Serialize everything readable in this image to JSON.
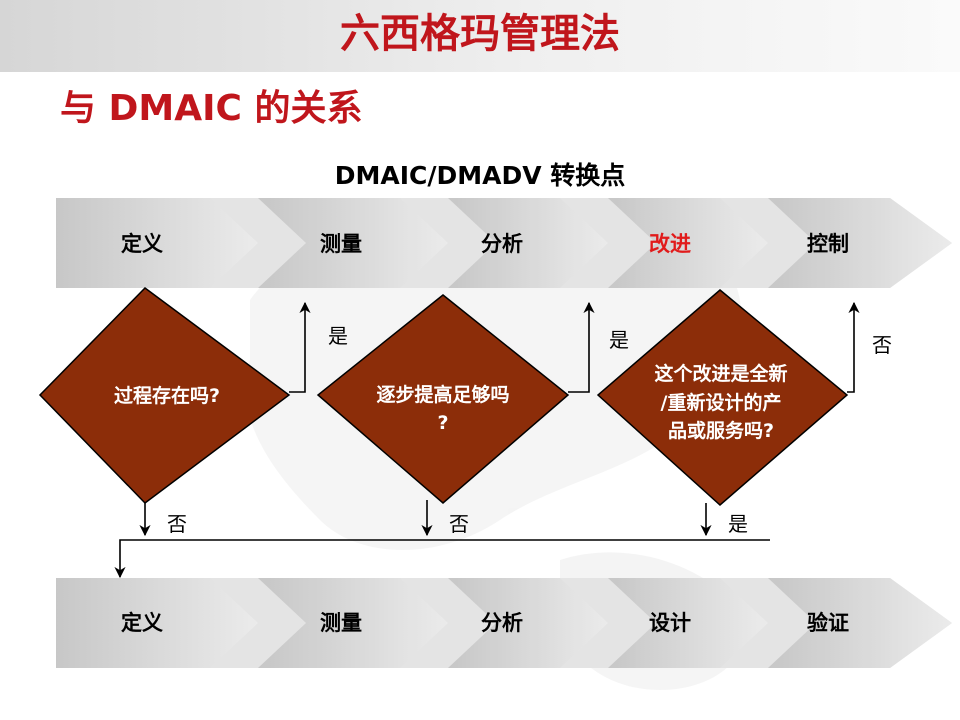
{
  "slide": {
    "title": "六西格玛管理法",
    "subtitle": "与 DMAIC 的关系",
    "diagram_title": "DMAIC/DMADV 转换点"
  },
  "top_row": [
    {
      "label": "定义"
    },
    {
      "label": "测量"
    },
    {
      "label": "分析"
    },
    {
      "label": "改进",
      "highlight": true
    },
    {
      "label": "控制"
    }
  ],
  "bottom_row": [
    {
      "label": "定义"
    },
    {
      "label": "测量"
    },
    {
      "label": "分析"
    },
    {
      "label": "设计"
    },
    {
      "label": "验证"
    }
  ],
  "decisions": [
    {
      "lines": [
        "过程存在吗?"
      ],
      "yes_label": "是",
      "no_label": "否"
    },
    {
      "lines": [
        "逐步提高足够吗",
        "?"
      ],
      "yes_label": "是",
      "no_label": "否"
    },
    {
      "lines": [
        "这个改进是全新",
        "/重新设计的产",
        "品或服务吗?"
      ],
      "no_label": "否",
      "yes_label": "是"
    }
  ],
  "colors": {
    "title_red": "#c0161c",
    "highlight_red": "#e11b1b",
    "diamond_fill": "#8c2d09",
    "arrow_light": "#e6e6e6",
    "arrow_dark": "#c8c8c8"
  }
}
